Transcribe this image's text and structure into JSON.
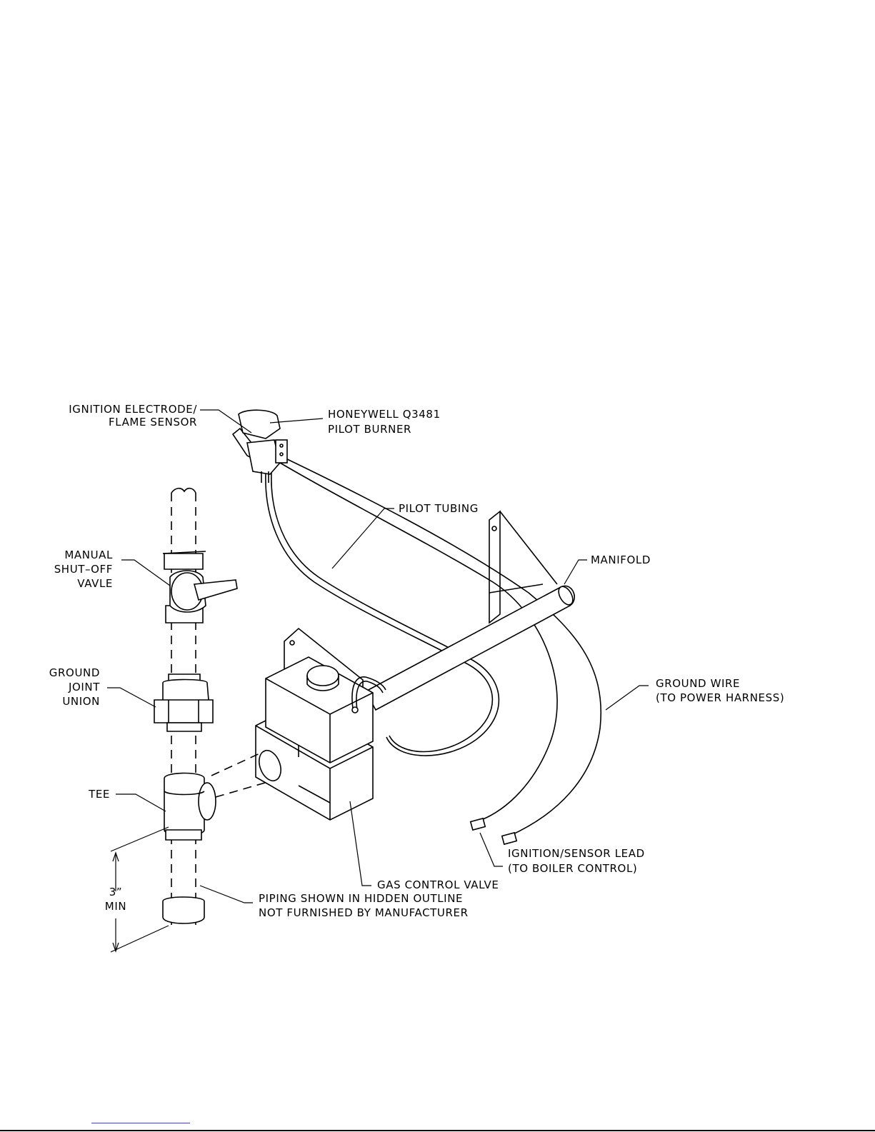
{
  "labels": {
    "ignition_electrode_line1": "IGNITION ELECTRODE/",
    "ignition_electrode_line2": "FLAME SENSOR",
    "pilot_burner_line1": "HONEYWELL Q3481",
    "pilot_burner_line2": "PILOT BURNER",
    "pilot_tubing": "PILOT TUBING",
    "manifold": "MANIFOLD",
    "shutoff_line1": "MANUAL",
    "shutoff_line2": "SHUT–OFF",
    "shutoff_line3": "VAVLE",
    "union_line1": "GROUND",
    "union_line2": "JOINT",
    "union_line3": "UNION",
    "ground_wire_line1": "GROUND WIRE",
    "ground_wire_line2": "(TO POWER HARNESS)",
    "tee": "TEE",
    "ignition_lead_line1": "IGNITION/SENSOR LEAD",
    "ignition_lead_line2": "(TO BOILER CONTROL)",
    "gas_valve": "GAS CONTROL VALVE",
    "dimension_line1": "3”",
    "dimension_line2": "MIN",
    "piping_line1": "PIPING SHOWN IN HIDDEN OUTLINE",
    "piping_line2": "NOT FURNISHED BY MANUFACTURER"
  },
  "colors": {
    "line": "#000000",
    "footer_link": "#3a3aff"
  }
}
